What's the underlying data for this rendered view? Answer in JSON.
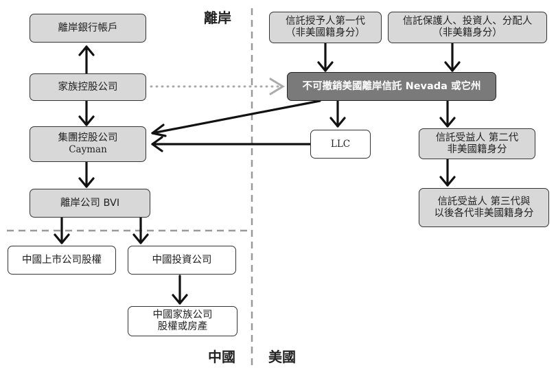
{
  "regions": {
    "offshore": "離岸",
    "china": "中國",
    "usa": "美國"
  },
  "boxes": {
    "offshore_bank": "離岸銀行帳戶",
    "family_holding": "家族控股公司",
    "group_holding_line1": "集團控股公司",
    "group_holding_line2": "Cayman",
    "offshore_bvi": "離岸公司 BVI",
    "china_listed": "中國上市公司股權",
    "china_investment": "中國投資公司",
    "china_family_line1": "中國家族公司",
    "china_family_line2": "股權或房產",
    "grantor_line1": "信託授予人第一代",
    "grantor_line2": "（非美國籍身分）",
    "protector_line1": "信託保護人、投資人、分配人",
    "protector_line2": "（非美籍身分）",
    "trust": "不可撤銷美國離岸信託 Nevada 或它州",
    "llc": "LLC",
    "beneficiary2_line1": "信託受益人 第二代",
    "beneficiary2_line2": "非美國籍身分",
    "beneficiary3_line1": "信託受益人 第三代與",
    "beneficiary3_line2": "以後各代非美國籍身分"
  },
  "colors": {
    "box_gray": "#d8d8d8",
    "box_dark": "#7a7a7a",
    "divider": "#999999",
    "dotted_arrow": "#aaaaaa"
  }
}
